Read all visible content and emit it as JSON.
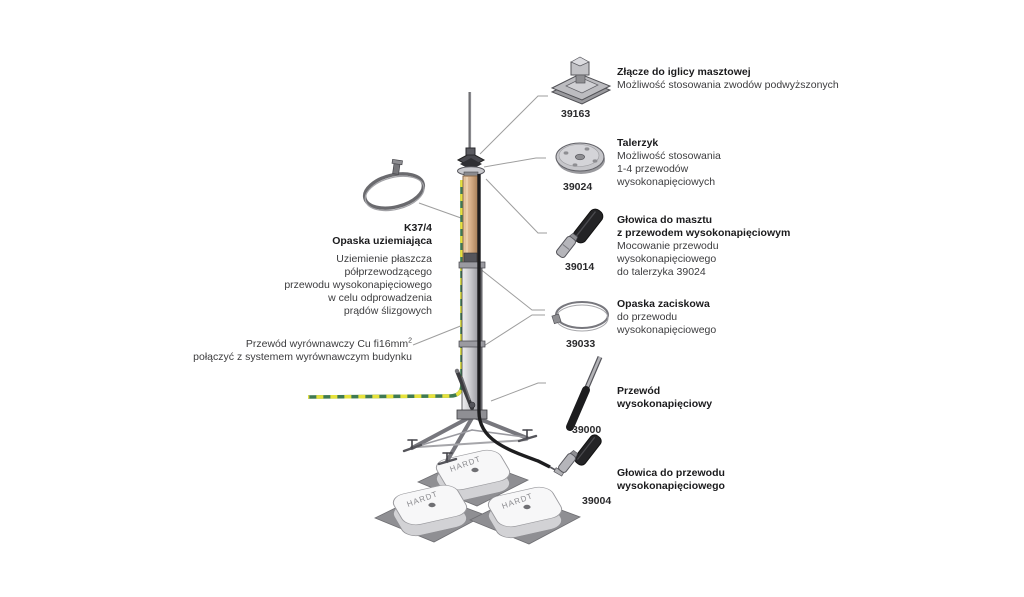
{
  "diagram": {
    "left_labels": {
      "clamp": {
        "code": "K37/4",
        "title": "Opaska uziemiająca",
        "lines": [
          "Uziemienie płaszcza",
          "półprzewodzącego",
          "przewodu wysokonapięciowego",
          "w celu odprowadzenia",
          "prądów ślizgowych"
        ]
      },
      "bonding": {
        "line1": "Przewód wyrównawczy Cu fi16mm",
        "sup": "2",
        "line2": "połączyć z systemem wyrównawczym budynku"
      }
    },
    "parts": [
      {
        "id": "39163",
        "title_lines": [
          "Złącze do iglicy masztowej"
        ],
        "desc_lines": [
          "Możliwość stosowania zwodów podwyższonych"
        ]
      },
      {
        "id": "39024",
        "title_lines": [
          "Talerzyk"
        ],
        "desc_lines": [
          "Możliwość stosowania",
          "1-4 przewodów",
          "wysokonapięciowych"
        ]
      },
      {
        "id": "39014",
        "title_lines": [
          "Głowica do masztu",
          "z przewodem wysokonapięciowym"
        ],
        "desc_lines": [
          "Mocowanie przewodu",
          "wysokonapięciowego",
          "do talerzyka 39024"
        ]
      },
      {
        "id": "39033",
        "title_lines": [
          "Opaska zaciskowa"
        ],
        "desc_lines": [
          "do przewodu",
          "wysokonapięciowego"
        ]
      },
      {
        "id": "39000",
        "title_lines": [
          "Przewód",
          "wysokonapięciowy"
        ],
        "desc_lines": []
      },
      {
        "id": "39004",
        "title_lines": [
          "Głowica do przewodu",
          "wysokonapięciowego"
        ],
        "desc_lines": []
      }
    ],
    "block_label": "HARDT",
    "colors": {
      "cable_yellow": "#e6e23c",
      "cable_green": "#3f7a52",
      "hv_tube_tan": "#d9b18a",
      "mast_grey": "#b9b9bd",
      "leader_grey": "#9e9e9e",
      "hv_cable_black": "#1d1d1f"
    }
  }
}
